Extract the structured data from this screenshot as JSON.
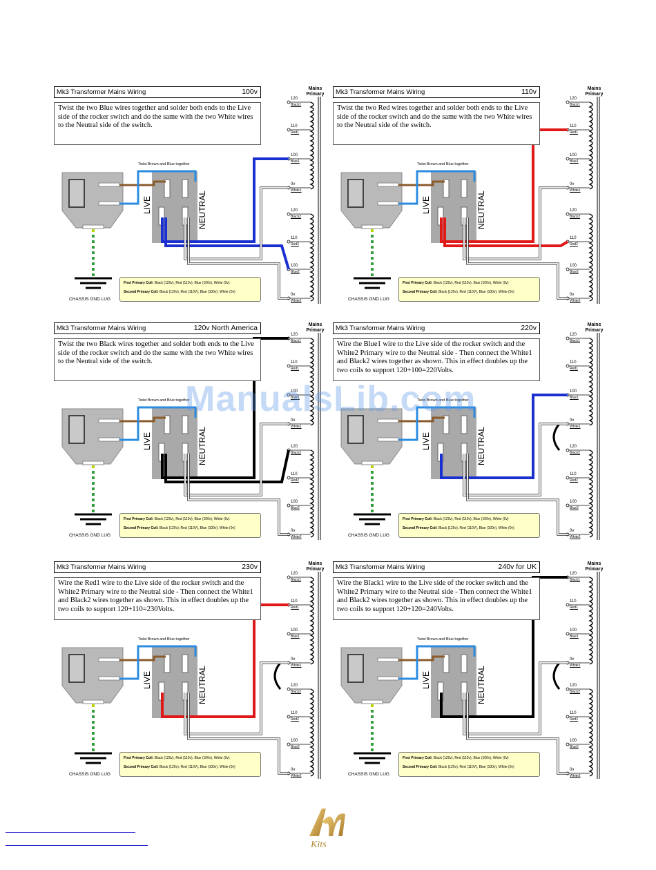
{
  "doc": {
    "watermark": "ManualsLib.com",
    "mains_primary": "Mains Primary",
    "twist_note": "Twist Brown and Blue together",
    "live_label": "LIVE",
    "neutral_label": "NEUTRAL",
    "ground_label": "CHASSIS GND LUG",
    "legend_first": "First Primary Coil:",
    "legend_first_text": "Black (120v), Red (110v), Blue (100v), White (0v)",
    "legend_second": "Second Primary Coil:",
    "legend_second_text": "Black (120v), Red (110V), Blue (100v), White (0v)",
    "taps": [
      {
        "v": "120",
        "name": "Black1"
      },
      {
        "v": "110",
        "name": "Red1"
      },
      {
        "v": "100",
        "name": "Blue1"
      },
      {
        "v": "0v",
        "name": "White1"
      },
      {
        "v": "120",
        "name": "Black2"
      },
      {
        "v": "110",
        "name": "Red2"
      },
      {
        "v": "100",
        "name": "Blue2"
      },
      {
        "v": "0v",
        "name": "White2"
      }
    ],
    "colors": {
      "blue": "#1a2fd0",
      "red": "#e01818",
      "black": "#000000",
      "brown": "#8b5a2b",
      "ltblue": "#2a8be0"
    }
  },
  "panels": [
    {
      "title": "Mk3 Transformer Mains Wiring",
      "voltage": "100v",
      "text": "Twist the two Blue wires together and solder both ends to the Live side of the rocker switch and do the same with the two White wires to the Neutral side of the switch."
    },
    {
      "title": "Mk3 Transformer Mains Wiring",
      "voltage": "110v",
      "text": "Twist the two Red wires together and solder both ends to the Live side of the rocker switch and do the same with the two White wires to the Neutral side of the switch."
    },
    {
      "title": "Mk3 Transformer Mains Wiring",
      "voltage": "120v North America",
      "text": "Twist the two Black wires together and solder both ends to the Live side of the rocker switch and do the same with the two White wires to the  Neutral side of the switch."
    },
    {
      "title": "Mk3 Transformer Mains Wiring",
      "voltage": "220v",
      "text": "Wire the Blue1 wire to the Live side of the rocker switch and the White2 Primary wire to the  Neutral side - Then connect the White1 and Black2 wires together as shown. This in effect doubles up the two coils to support 120+100=220Volts."
    },
    {
      "title": "Mk3 Transformer Mains Wiring",
      "voltage": "230v",
      "text": "Wire the Red1 wire to the Live side of the rocker switch and the White2 Primary  wire to the  Neutral side - Then connect the White1 and Black2 wires together as shown. This in effect doubles up the two coils to support 120+110=230Volts."
    },
    {
      "title": "Mk3 Transformer Mains Wiring",
      "voltage": "240v for UK",
      "text": "Wire the Black1 wire to the Live side of the rocker switch and the White2 Primary wire to the  Neutral side - Then connect the White1 and Black2 wires together as shown. This in effect doubles up the two coils to support 120+120=240Volts."
    }
  ]
}
